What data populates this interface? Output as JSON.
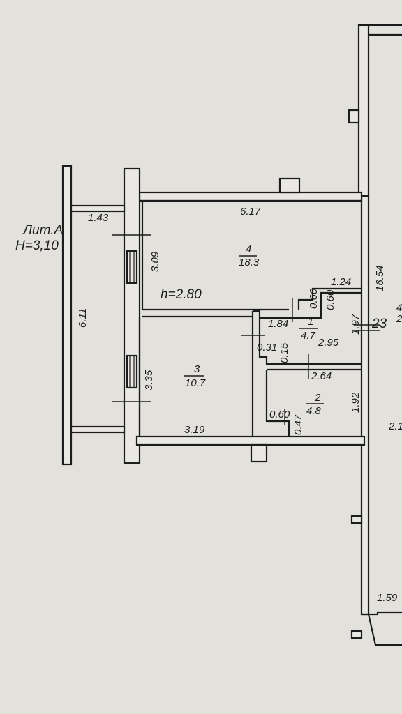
{
  "building": {
    "lit": "Лит.А",
    "height": "Н=3,10"
  },
  "ceiling_height": "h=2.80",
  "rooms": [
    {
      "number": "4",
      "area": "18.3"
    },
    {
      "number": "3",
      "area": "10.7"
    },
    {
      "number": "1",
      "area": "4.7"
    },
    {
      "number": "2",
      "area": "4.8"
    }
  ],
  "dimensions": {
    "balcony_top": "1.43",
    "balcony_side": "6.11",
    "room4_width": "6.17",
    "room4_depth": "3.09",
    "room3_depth": "3.35",
    "room3_width": "3.19",
    "hall_top": "1.24",
    "hall_a": "0.60",
    "hall_b": "0.60",
    "room1_left": "1.84",
    "room1_right": "2.95",
    "room1_depth": "1.97",
    "room1_a": "0.31",
    "room1_b": "0.15",
    "room2_width": "2.64",
    "room2_depth": "1.92",
    "room2_a": "0.60",
    "room2_b": "0.47",
    "corridor_length": "16.54",
    "corridor_number": "23",
    "corridor_side": "2.1",
    "corridor_bottom": "1.59"
  },
  "edge_marks": {
    "top": "4",
    "bottom": "2"
  }
}
